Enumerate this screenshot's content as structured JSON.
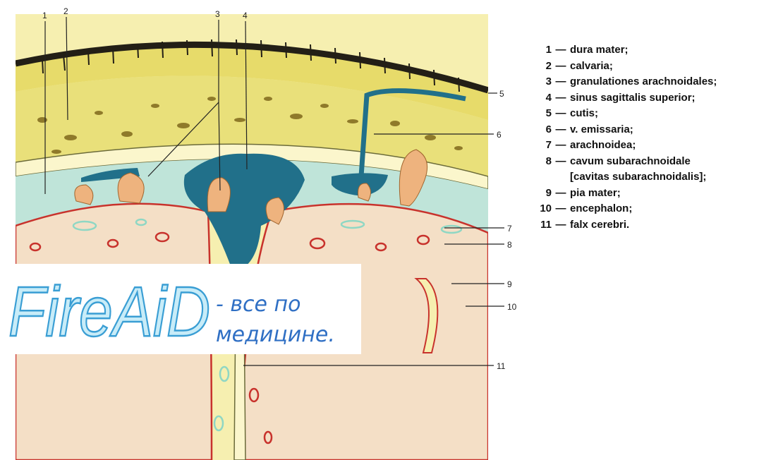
{
  "figure": {
    "callout_numbers": [
      "1",
      "2",
      "3",
      "4",
      "5",
      "6",
      "7",
      "8",
      "9",
      "10",
      "11"
    ]
  },
  "legend": {
    "items": [
      {
        "num": "1",
        "text": "dura mater;"
      },
      {
        "num": "2",
        "text": "calvaria;"
      },
      {
        "num": "3",
        "text": "granulationes arachnoidales;"
      },
      {
        "num": "4",
        "text": "sinus sagittalis superior;"
      },
      {
        "num": "5",
        "text": "cutis;"
      },
      {
        "num": "6",
        "text": "v. emissaria;"
      },
      {
        "num": "7",
        "text": "arachnoidea;"
      },
      {
        "num": "8",
        "text": "cavum subarachnoidale"
      },
      {
        "num": "9",
        "text": "pia mater;"
      },
      {
        "num": "10",
        "text": "encephalon;"
      },
      {
        "num": "11",
        "text": "falx cerebri."
      }
    ],
    "item8_continuation": "[cavitas subarachnoidalis];",
    "dash": "—"
  },
  "watermark": {
    "logo_text": "FireAiD",
    "tagline_line1": "- все по",
    "tagline_line2": "медицине."
  },
  "colors": {
    "skin": "#231f16",
    "calvaria": "#e9e07a",
    "dura": "#fbf6cc",
    "subarachnoid": "#bfe4d9",
    "sinus": "#21708a",
    "granulation": "#eeb37e",
    "brain": "#f6efb0",
    "pia_cortex": "#f4dfc6",
    "vessel_red": "#c8322c",
    "vessel_cyan": "#8fd7c4",
    "logo_fill": "#c8ecf8",
    "logo_stroke": "#3a9ed4",
    "tagline": "#2f6fc4"
  }
}
